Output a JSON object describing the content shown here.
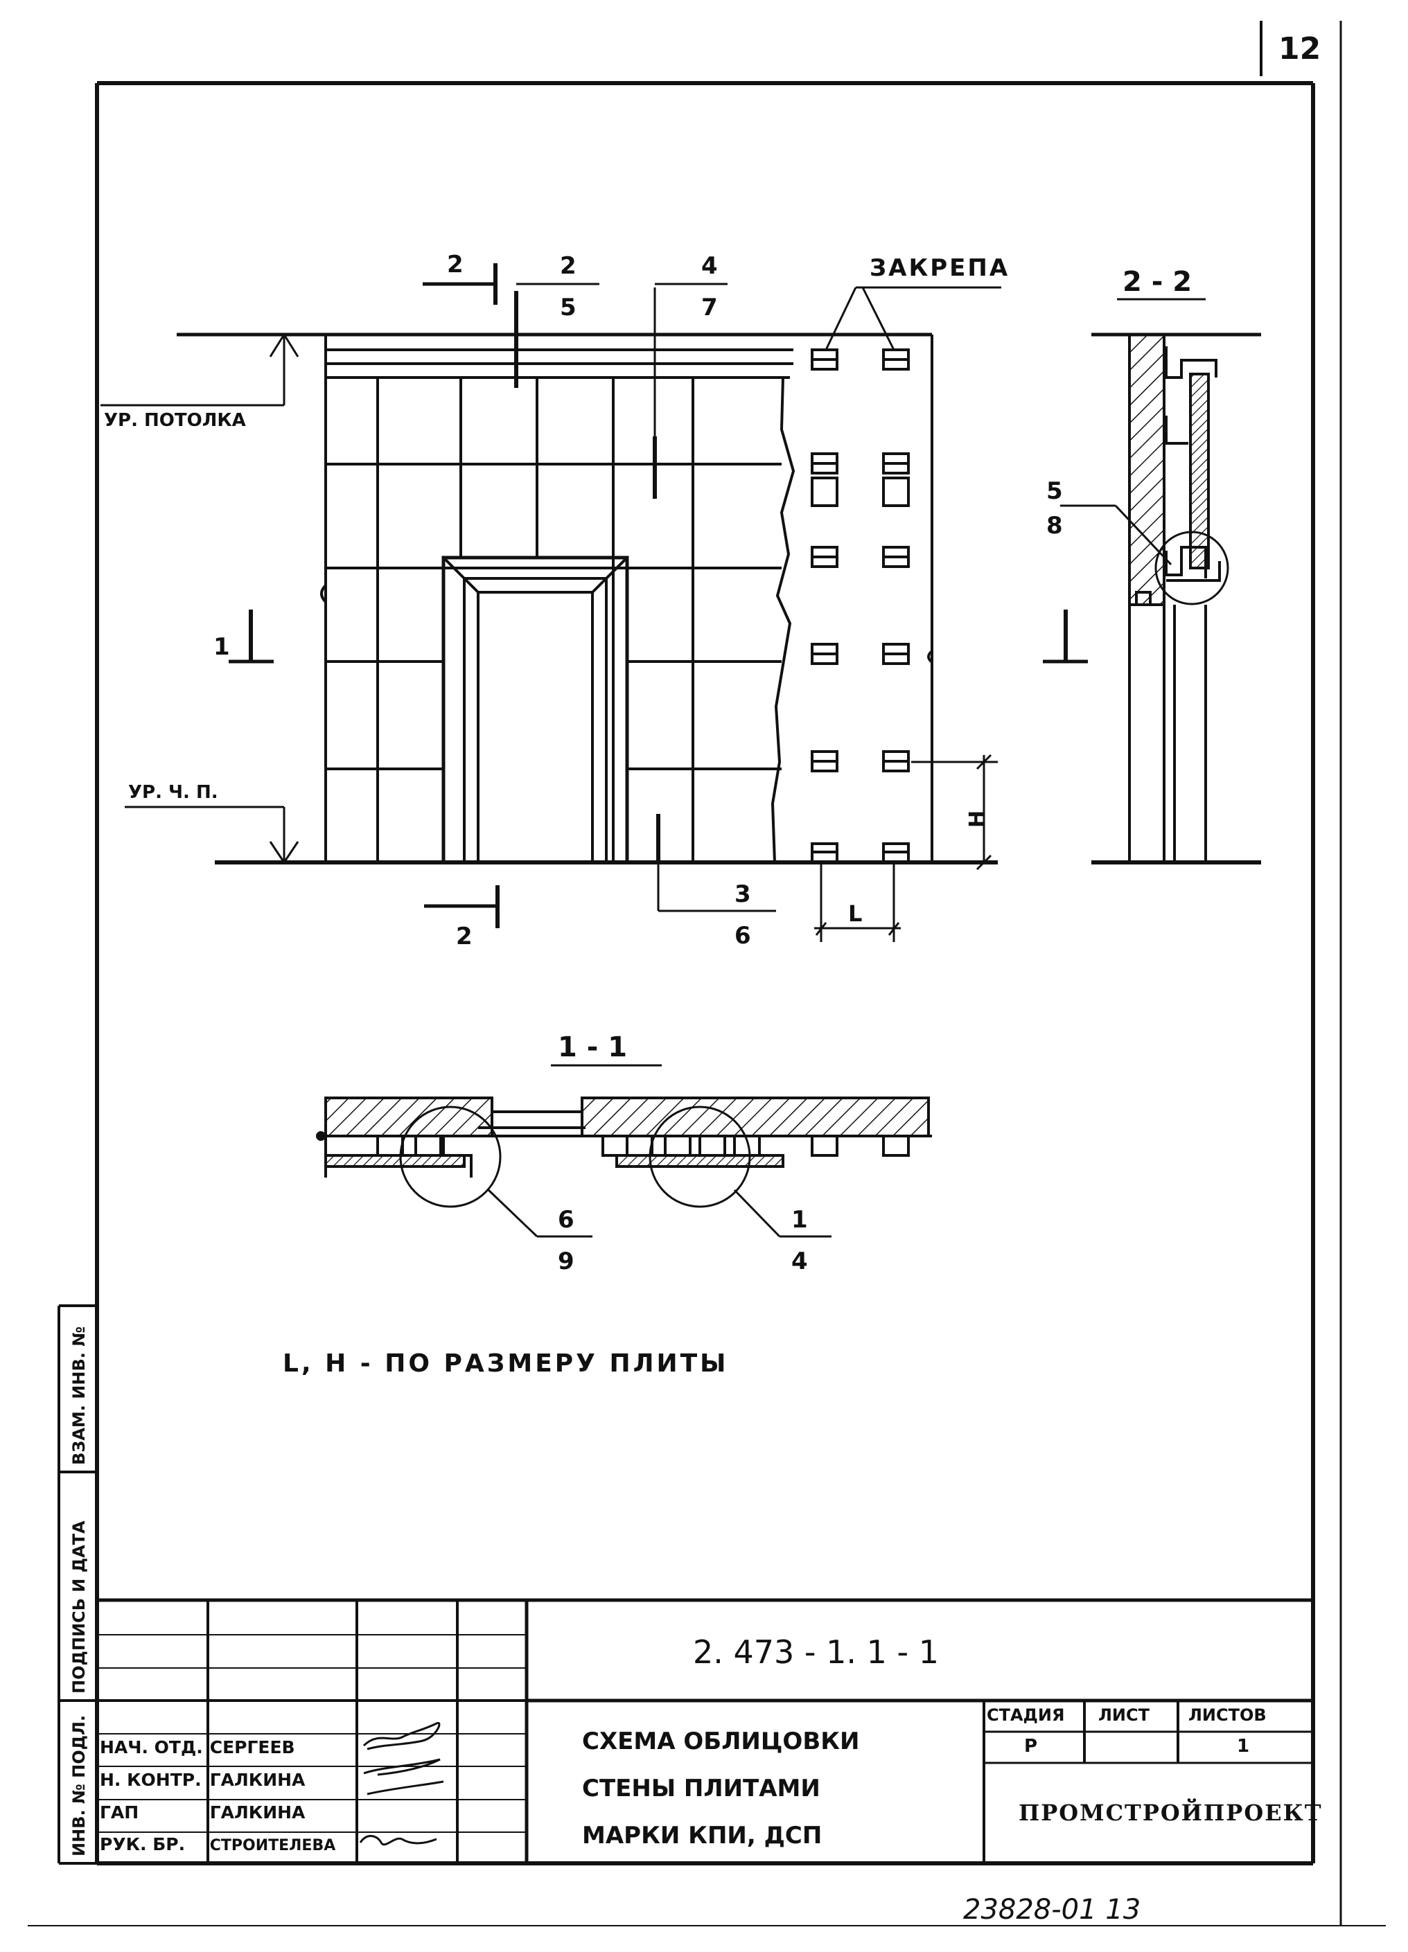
{
  "page_number": "12",
  "elevation": {
    "section_marks": {
      "top": "2",
      "bottom": "2",
      "left": "1"
    },
    "leaders": [
      {
        "top": "2",
        "bottom": "5"
      },
      {
        "top": "4",
        "bottom": "7"
      },
      {
        "top": "3",
        "bottom": "6"
      }
    ],
    "label_zakrepa": "ЗАКРЕПА",
    "level_ceiling": "УР. ПОТОЛКА",
    "level_floor": "УР. Ч. П.",
    "dim_h": "Н",
    "dim_l": "L"
  },
  "section_2_2": {
    "title": "2 - 2",
    "leader": {
      "top": "5",
      "bottom": "8"
    }
  },
  "section_1_1": {
    "title": "1 - 1",
    "leaders": [
      {
        "top": "6",
        "bottom": "9"
      },
      {
        "top": "1",
        "bottom": "4"
      }
    ]
  },
  "note": "L, H - ПО РАЗМЕРУ ПЛИТЫ",
  "side_stamp": {
    "vzam": "ВЗАМ. ИНВ. №",
    "podpis": "ПОДПИСЬ И ДАТА",
    "inv": "ИНВ. № ПОДЛ."
  },
  "title_block": {
    "doc_code": "2. 473 - 1. 1 - 1",
    "roles": [
      {
        "role": "НАЧ. ОТД.",
        "name": "СЕРГЕЕВ"
      },
      {
        "role": "Н. КОНТР.",
        "name": "ГАЛКИНА"
      },
      {
        "role": "ГАП",
        "name": "ГАЛКИНА"
      },
      {
        "role": "РУК. БР.",
        "name": "СТРОИТЕЛЕВА"
      }
    ],
    "title_lines": [
      "СХЕМА ОБЛИЦОВКИ",
      "СТЕНЫ ПЛИТАМИ",
      "МАРКИ КПИ, ДСП"
    ],
    "stage_header": "СТАДИЯ",
    "sheet_header": "ЛИСТ",
    "sheets_header": "ЛИСТОВ",
    "stage": "Р",
    "sheet": "",
    "sheets": "1",
    "org": "ПРОМСТРОЙПРОЕКТ"
  },
  "footer_number": "23828-01  13"
}
